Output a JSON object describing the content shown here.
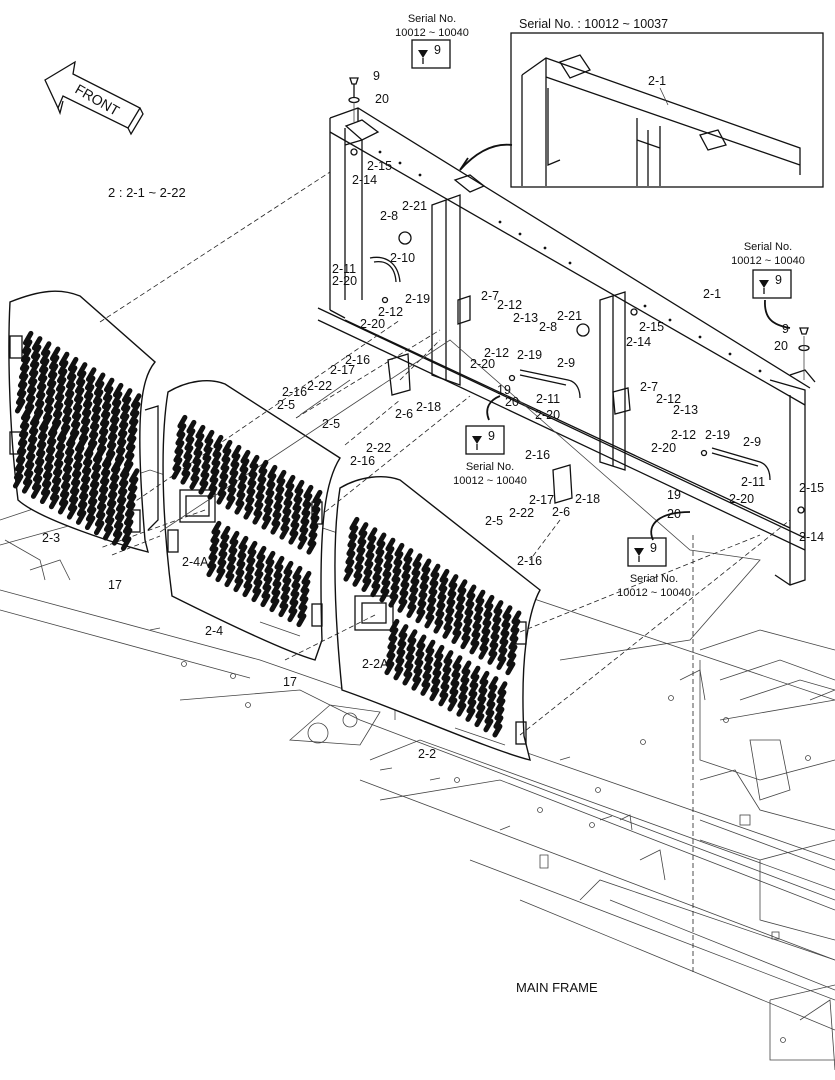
{
  "front_label": "FRONT",
  "group_label": "2 : 2-1 ~ 2-22",
  "main_frame_label": "MAIN FRAME",
  "inset": {
    "title": "Serial No. : 10012 ~ 10037",
    "part": "2-1"
  },
  "serial_callouts": [
    {
      "line1": "Serial No.",
      "line2": "10012 ~ 10040",
      "part": "9"
    },
    {
      "line1": "Serial No.",
      "line2": "10012 ~ 10040",
      "part": "9"
    },
    {
      "line1": "Serial No.",
      "line2": "10012 ~ 10040",
      "part": "9"
    },
    {
      "line1": "Serial No.",
      "line2": "10012 ~ 10040",
      "part": "9"
    }
  ],
  "part_labels": [
    "9",
    "20",
    "2-15",
    "2-14",
    "2-21",
    "2-8",
    "2-10",
    "2-11",
    "2-20",
    "2-19",
    "2-12",
    "2-20",
    "2-7",
    "2-12",
    "2-13",
    "2-21",
    "2-8",
    "2-15",
    "2-14",
    "2-1",
    "9",
    "20",
    "2-16",
    "2-17",
    "2-16",
    "2-22",
    "2-5",
    "2-6",
    "2-18",
    "2-5",
    "2-22",
    "2-16",
    "2-12",
    "2-19",
    "2-20",
    "2-9",
    "19",
    "20",
    "2-11",
    "2-20",
    "2-7",
    "2-12",
    "2-13",
    "2-12",
    "2-19",
    "2-20",
    "2-9",
    "2-16",
    "2-17",
    "2-18",
    "2-6",
    "2-11",
    "19",
    "20",
    "2-20",
    "2-15",
    "2-14",
    "2-5",
    "2-22",
    "2-16",
    "2-3",
    "17",
    "2-4A",
    "2-4",
    "2-2A",
    "17",
    "2-2"
  ]
}
